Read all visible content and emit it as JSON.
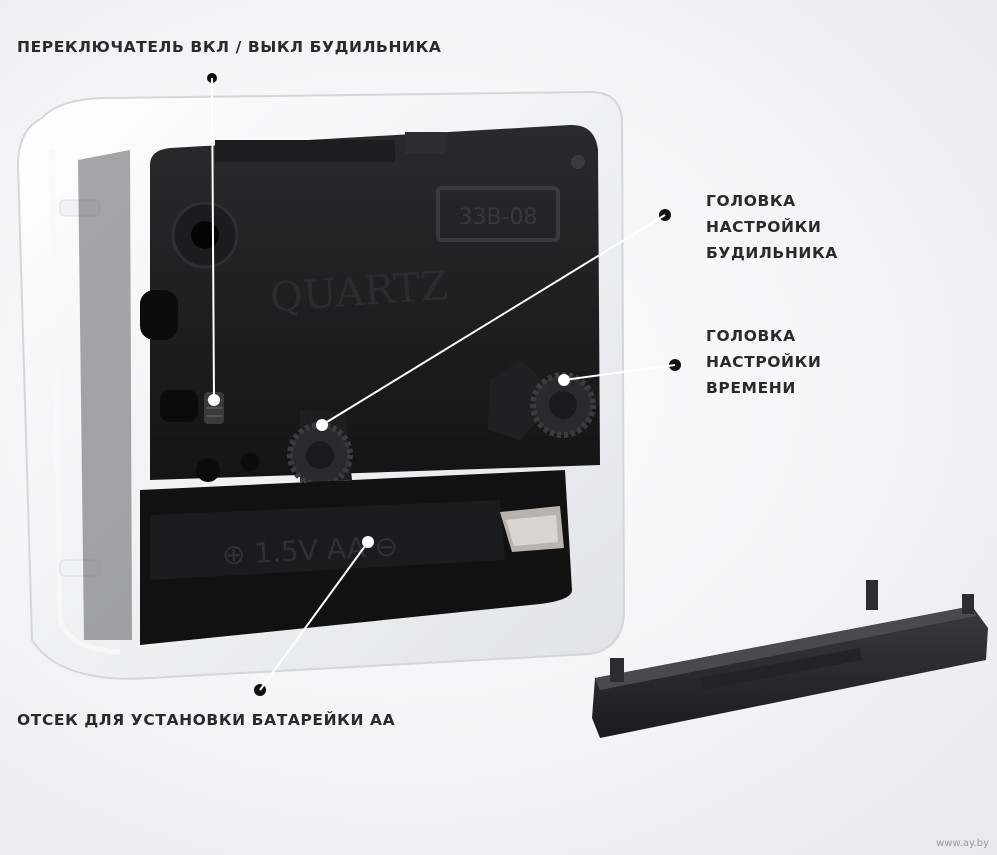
{
  "labels": {
    "switch": "Переключатель вкл / выкл будильника",
    "alarm_head": [
      "Головка",
      "настройки",
      "будильника"
    ],
    "time_head": [
      "Головка",
      "настройки",
      "времени"
    ],
    "battery": "Отсек для установки батарейки АА"
  },
  "mechanism": {
    "model": "33B-08",
    "brand": "QUARTZ",
    "battery_marking": "⊕ 1.5V AA ⊖"
  },
  "watermark": "www.ay.by"
}
